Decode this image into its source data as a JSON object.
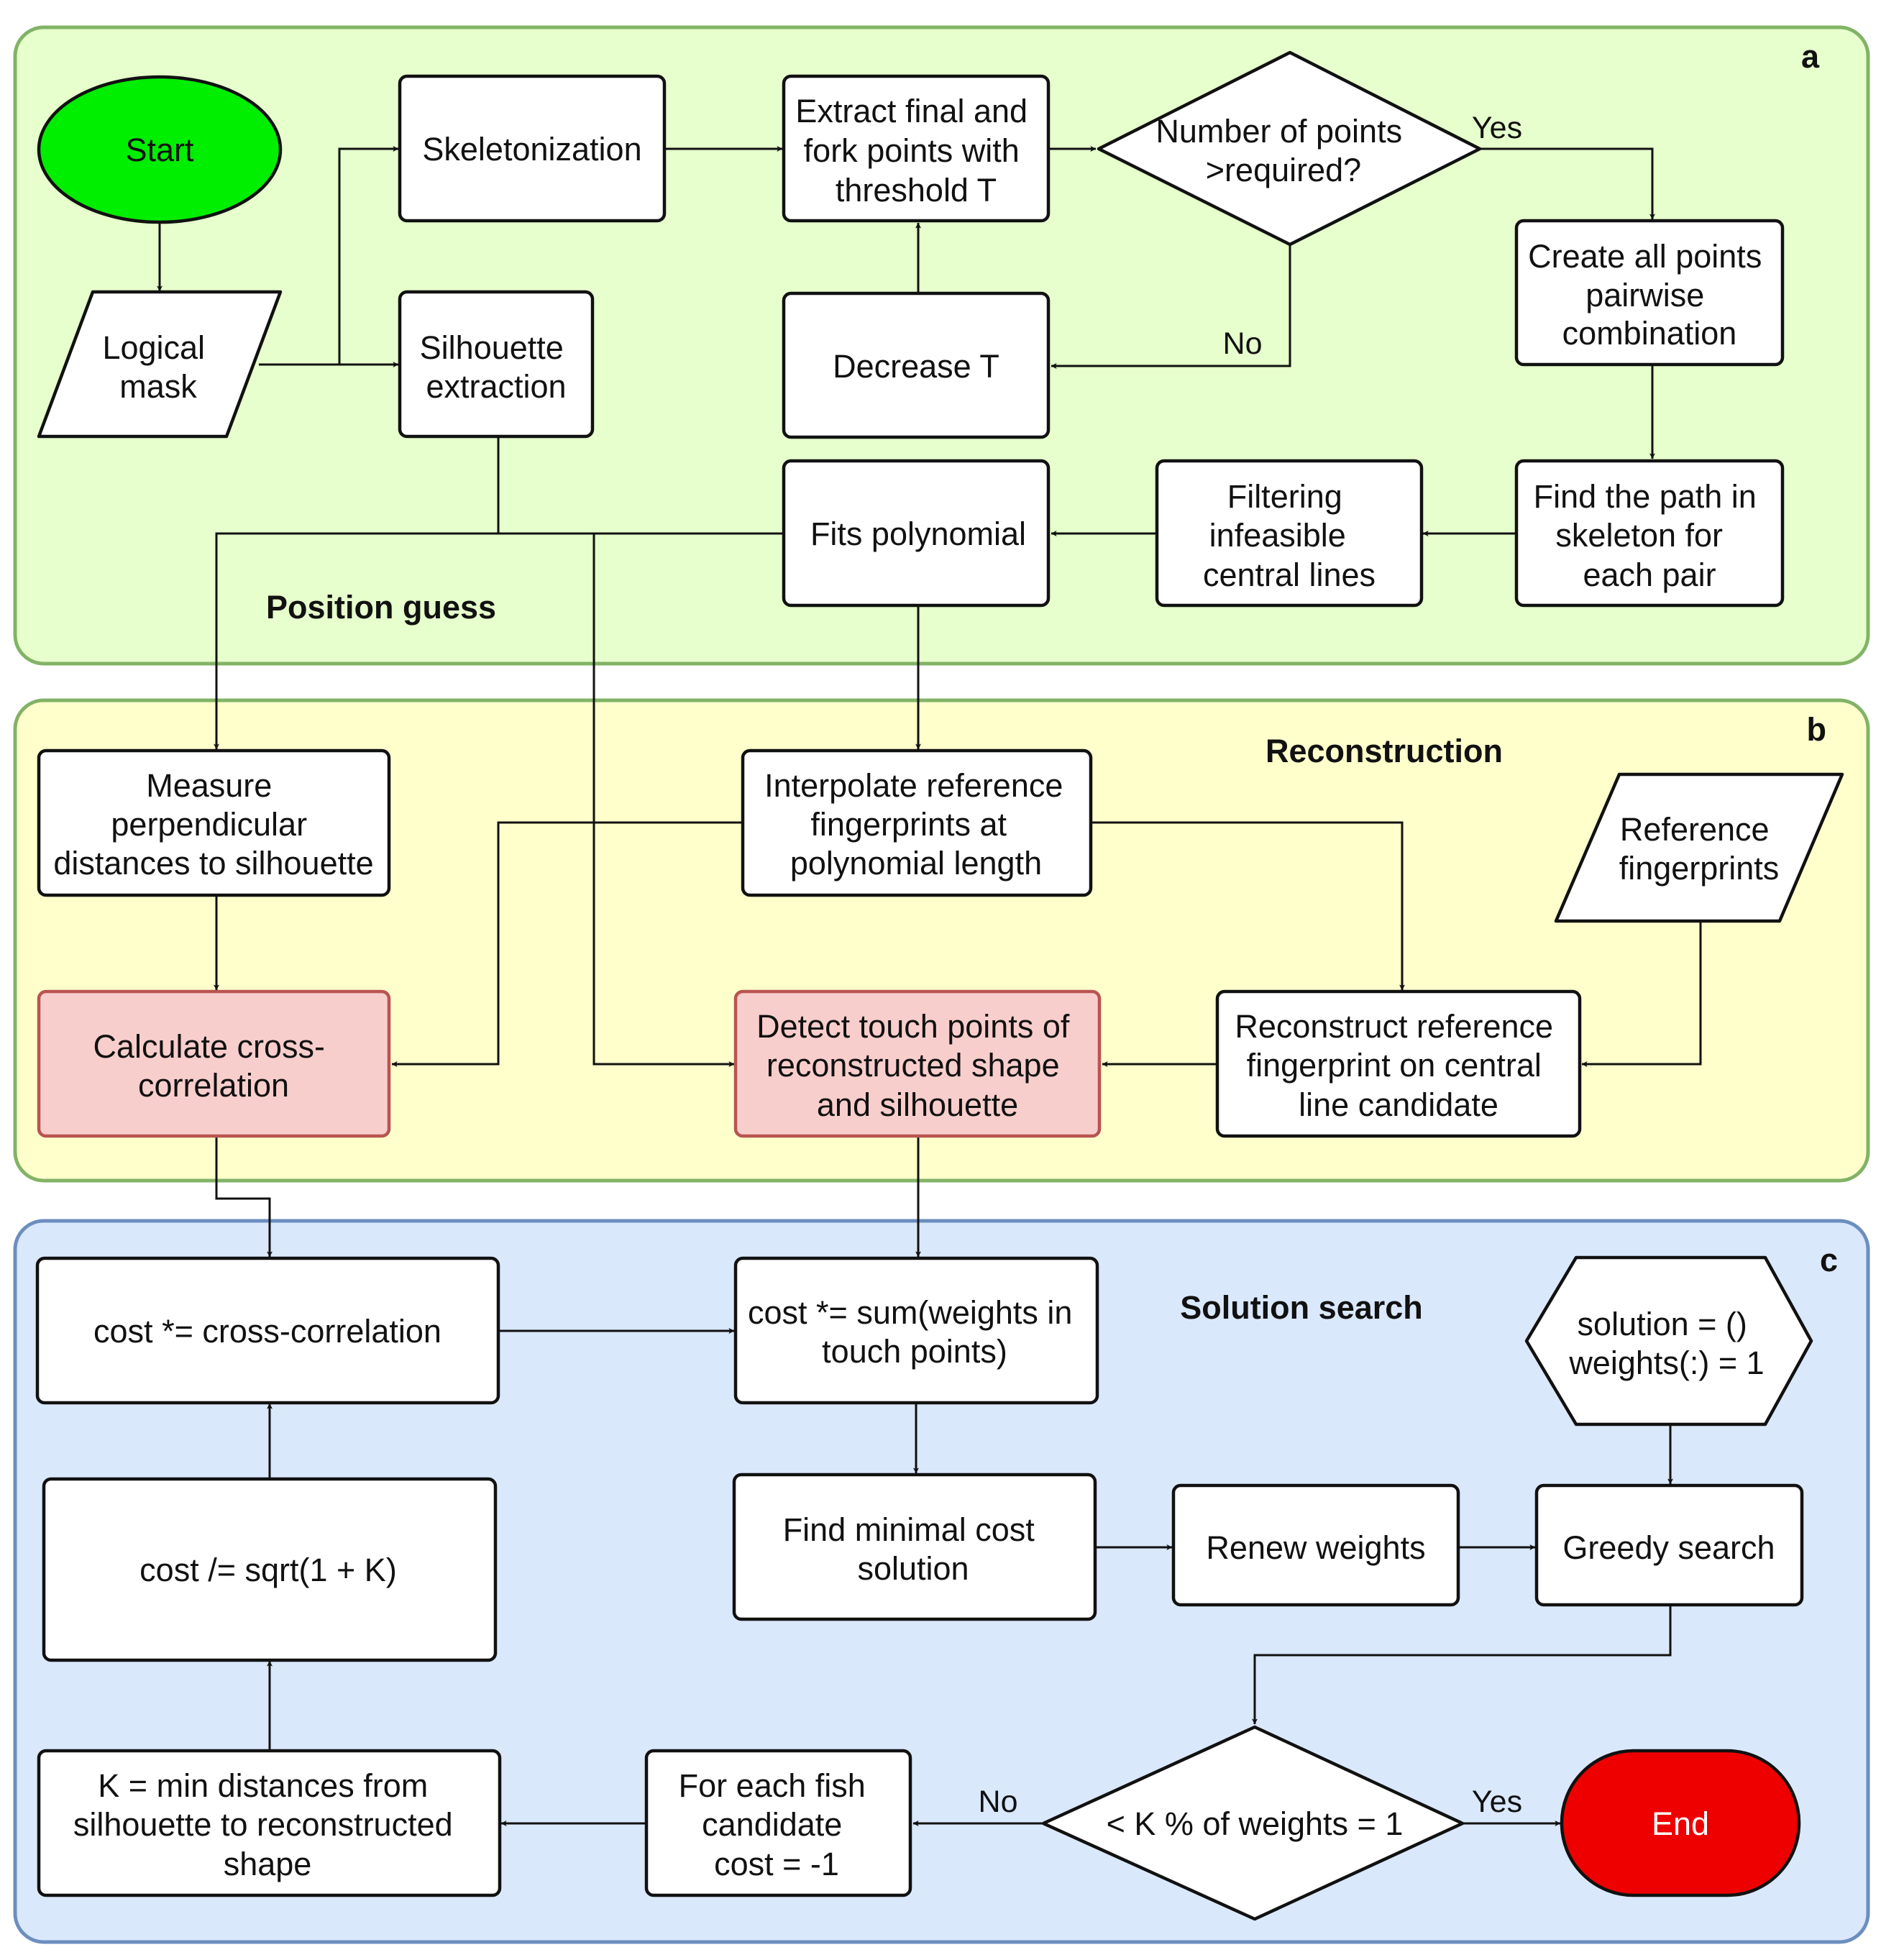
{
  "colors": {
    "panel_a_fill": "#e6ffcc",
    "panel_a_stroke": "#82b366",
    "panel_b_fill": "#ffffcc",
    "panel_b_stroke": "#82b366",
    "panel_c_fill": "#dae8fc",
    "panel_c_stroke": "#6c8ebf",
    "start_fill": "#00ee00",
    "end_fill": "#ee0000",
    "highlight_fill": "#f8cecc",
    "highlight_stroke": "#b85450"
  },
  "panels": {
    "a": {
      "letter": "a",
      "title": "Position guess"
    },
    "b": {
      "letter": "b",
      "title": "Reconstruction"
    },
    "c": {
      "letter": "c",
      "title": "Solution search"
    }
  },
  "nodes": {
    "start": "Start",
    "logical_mask": [
      "Logical",
      "mask"
    ],
    "skeletonization": "Skeletonization",
    "silhouette_extraction": [
      "Silhouette",
      "extraction"
    ],
    "extract_points": [
      "Extract final and",
      "fork points with",
      "threshold T"
    ],
    "decrease_t": "Decrease T",
    "number_of_points": [
      "Number of points",
      ">required?"
    ],
    "create_pairwise": [
      "Create all points",
      "pairwise",
      "combination"
    ],
    "find_path": [
      "Find the path in",
      "skeleton for",
      "each pair"
    ],
    "filtering": [
      "Filtering",
      "infeasible",
      "central lines"
    ],
    "fits_polynomial": "Fits polynomial",
    "measure_distances": [
      "Measure",
      "perpendicular",
      "distances to silhouette"
    ],
    "interpolate": [
      "Interpolate reference",
      "fingerprints at",
      "polynomial length"
    ],
    "reference_fingerprints": [
      "Reference",
      "fingerprints"
    ],
    "calc_cross_correlation": [
      "Calculate cross-",
      "correlation"
    ],
    "detect_touch_points": [
      "Detect touch points of",
      "reconstructed shape",
      "and silhouette"
    ],
    "reconstruct_reference": [
      "Reconstruct reference",
      "fingerprint on central",
      "line candidate"
    ],
    "cost_cross": "cost *= cross-correlation",
    "cost_sum": [
      "cost *= sum(weights in",
      "touch points)"
    ],
    "init": [
      "solution = ()",
      "weights(:) = 1"
    ],
    "cost_sqrt": "cost /= sqrt(1 + K)",
    "find_minimal": [
      "Find minimal cost",
      "solution"
    ],
    "renew_weights": "Renew weights",
    "greedy_search": "Greedy search",
    "k_min": [
      "K = min distances from",
      "silhouette to reconstructed",
      "shape"
    ],
    "for_each_fish": [
      "For each fish",
      "candidate",
      "cost = -1"
    ],
    "k_percent": "< K % of weights = 1",
    "end": "End"
  },
  "edge_labels": {
    "yes_a": "Yes",
    "no_a": "No",
    "no_c": "No",
    "yes_c": "Yes"
  }
}
